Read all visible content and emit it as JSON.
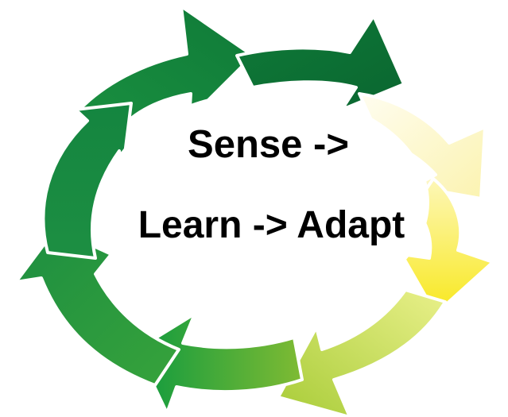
{
  "diagram": {
    "caption": {
      "line1": "Sense ->",
      "line2": "Learn -> Adapt"
    },
    "arrows": [
      {
        "id": "arrow-top-right",
        "icon": "curved-arrow-icon",
        "color": "#0d6e34"
      },
      {
        "id": "arrow-right",
        "icon": "curved-arrow-icon",
        "color": "#fdf7c8"
      },
      {
        "id": "arrow-lower-right",
        "icon": "curved-arrow-icon",
        "color": "#fbee58"
      },
      {
        "id": "arrow-bottom-right",
        "icon": "curved-arrow-icon",
        "color": "#bcd84c"
      },
      {
        "id": "arrow-bottom-left",
        "icon": "curved-arrow-icon",
        "color": "#2f9a3c"
      },
      {
        "id": "arrow-left-lower",
        "icon": "curved-arrow-icon",
        "color": "#1e8f44"
      },
      {
        "id": "arrow-left-upper",
        "icon": "curved-arrow-icon",
        "color": "#178a40"
      },
      {
        "id": "arrow-top-left",
        "icon": "curved-arrow-icon",
        "color": "#0f7d3a"
      }
    ],
    "colors": {
      "dark_green": "#0d6e34",
      "green": "#1e8f44",
      "lime": "#bcd84c",
      "yellow": "#fbee58",
      "pale_yellow": "#fdf7c8"
    }
  }
}
